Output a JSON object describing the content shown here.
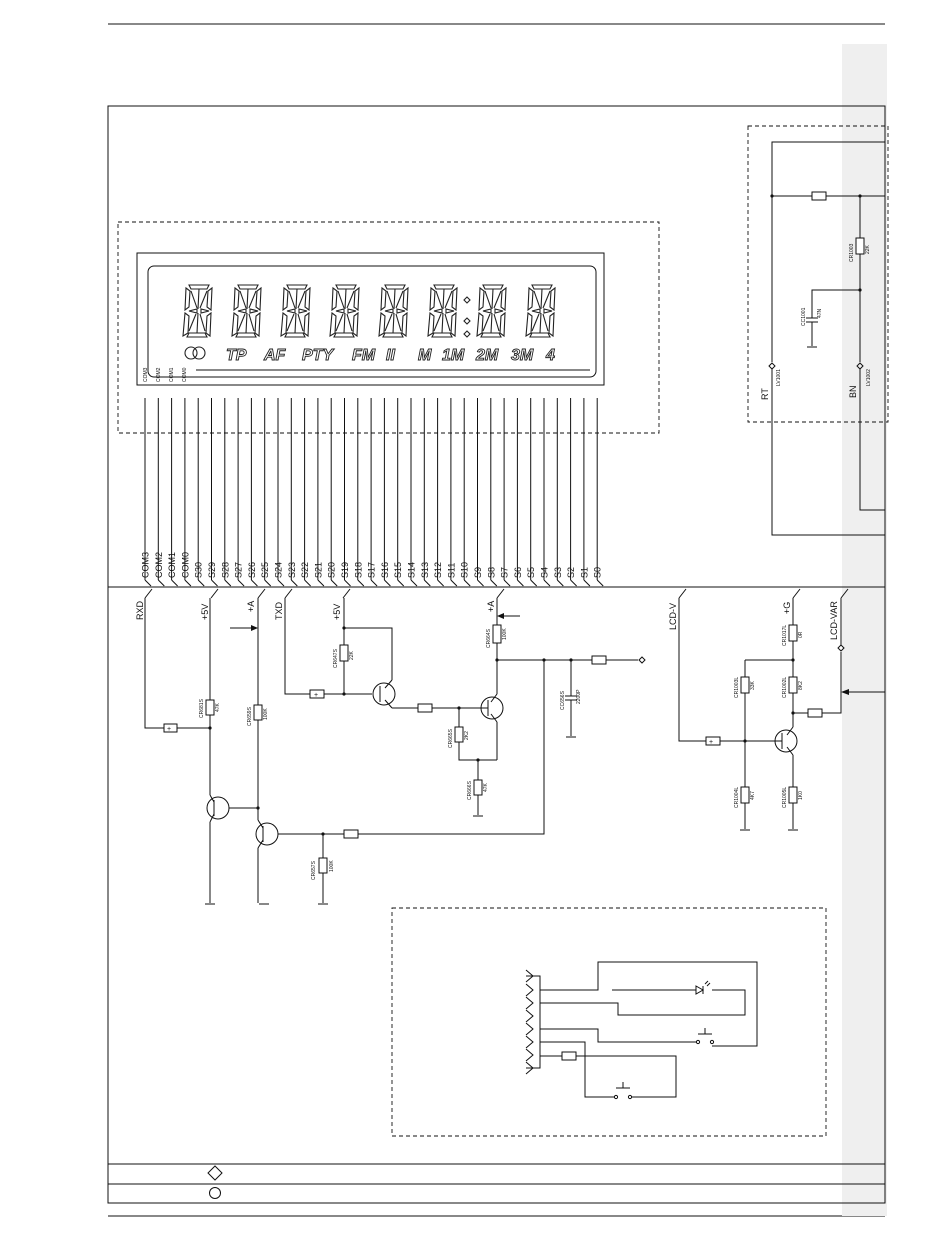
{
  "lcd": {
    "com_labels": [
      "COM3",
      "COM2",
      "COM1",
      "COM0"
    ],
    "indicators": [
      "TP",
      "AF",
      "PTY",
      "FM",
      "II",
      "M",
      "1M",
      "2M",
      "3M",
      "4"
    ]
  },
  "bus": {
    "lines": [
      "COM3",
      "COM2",
      "COM1",
      "COM0",
      "S30",
      "S29",
      "S28",
      "S27",
      "S26",
      "S25",
      "S24",
      "S23",
      "S22",
      "S21",
      "S20",
      "S19",
      "S18",
      "S17",
      "S16",
      "S15",
      "S14",
      "S13",
      "S12",
      "S11",
      "S10",
      "S9",
      "S8",
      "S7",
      "S6",
      "S5",
      "S4",
      "S3",
      "S2",
      "S1",
      "S0"
    ]
  },
  "signals": {
    "rxd": "RXD",
    "p5v_a": "+5V",
    "pa_a": "+A",
    "txd": "TXD",
    "p5v_b": "+5V",
    "pa_b": "+A",
    "lcdv": "LCD-V",
    "pg": "+G",
    "lcdvar": "LCD-VAR",
    "rt": "RT",
    "bn": "BN"
  },
  "components": {
    "cr681s": "CR681S",
    "cr681s_v": "47K",
    "cr659s": "CR659S",
    "cr659s_v": "100K",
    "cr657s": "CR657S",
    "cr657s_v": "100K",
    "cr647s": "CR647S",
    "cr647s_v": "22K",
    "cr664s": "CR664S",
    "cr664s_v": "100K",
    "cr665s": "CR665S",
    "cr665s_v": "2K2",
    "cr666s": "CR666S",
    "cr666s_v": "47K",
    "cc656s": "CC656S",
    "cc656s_v": "2200P",
    "cr1003l": "CR1003L",
    "cr1003l_v": "33K",
    "cr1004l": "CR1004L",
    "cr1004l_v": "4K7",
    "cr1017l": "CR1017L",
    "cr1017l_v": "0R",
    "cr1002l": "CR1002L",
    "cr1002l_v": "8K2",
    "cr1005l": "CR1005L",
    "cr1005l_v": "1K0",
    "cr1003": "CR1003",
    "cr1003_v": "22K",
    "cc1001": "CC1001",
    "cc1001_v": "47N",
    "lv1001": "LV1001",
    "lv1002": "LV1002"
  }
}
